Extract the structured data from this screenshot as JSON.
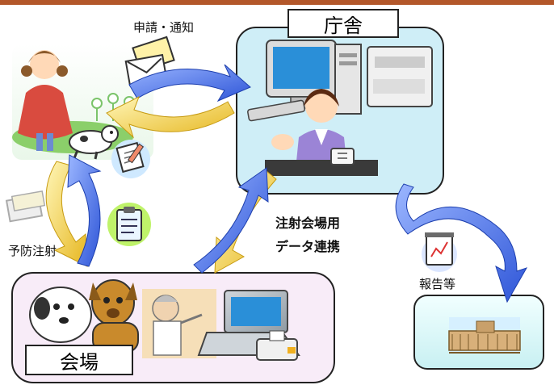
{
  "labels": {
    "application_notice": "申請・通知",
    "office": "庁舎",
    "vaccination": "予防注射",
    "venue_data_line1": "注射会場用",
    "venue_data_line2": "データ連携",
    "report": "報告等",
    "venue": "会場"
  },
  "colors": {
    "top_line": "#b3572a",
    "office_panel": "#cfeef7",
    "venue_panel": "#f8ecf8",
    "report_panel": "#e8f7f8",
    "blue_arrow": "#3e6ee0",
    "yellow_arrow": "#f2c62a"
  },
  "icons": {
    "letter": "envelope-icon",
    "memo": "memo-icon",
    "report": "report-chart-icon",
    "folder": "folder-icon"
  }
}
